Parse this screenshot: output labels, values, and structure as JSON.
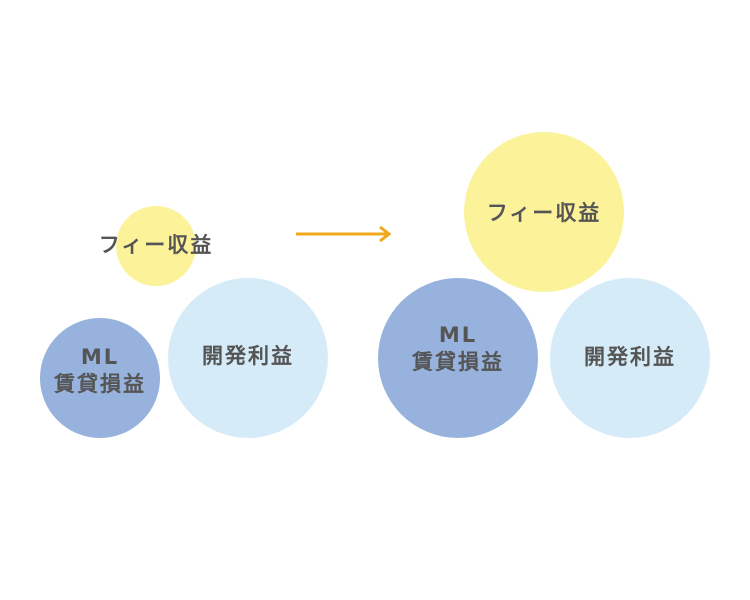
{
  "before": {
    "fee": {
      "label": "フィー収益"
    },
    "ml": {
      "line1": "ML",
      "line2": "賃貸損益"
    },
    "dev": {
      "label": "開発利益"
    }
  },
  "after": {
    "fee": {
      "label": "フィー収益"
    },
    "ml": {
      "line1": "ML",
      "line2": "賃貸損益"
    },
    "dev": {
      "label": "開発利益"
    }
  },
  "colors": {
    "fee": "#fbf29a",
    "ml": "#97b2dd",
    "dev": "#d6ebf8",
    "arrow": "#f2a81d",
    "text": "#555555"
  }
}
